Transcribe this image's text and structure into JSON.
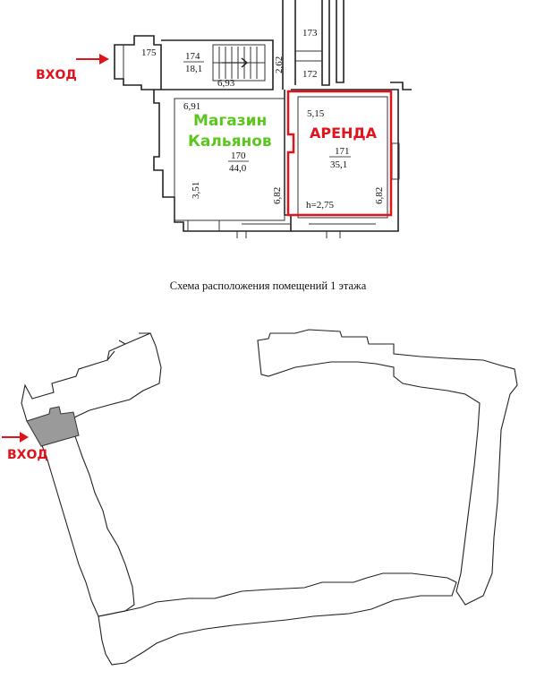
{
  "plan": {
    "entrance_label": "ВХОД",
    "shop_name_line1": "Магазин",
    "shop_name_line2": "Кальянов",
    "rent_label": "АРЕНДА",
    "rooms": [
      {
        "number": "175"
      },
      {
        "number": "174",
        "area": "18,1"
      },
      {
        "number": "173"
      },
      {
        "number": "172"
      },
      {
        "number": "170",
        "area": "44,0"
      },
      {
        "number": "171",
        "area": "35,1"
      }
    ],
    "dimensions": {
      "d693": "6,93",
      "d262": "2,62",
      "d691": "6,91",
      "d515": "5,15",
      "d351": "3,51",
      "d682a": "6,82",
      "d682b": "6,82",
      "height": "h=2,75"
    }
  },
  "caption": "Схема расположения помещений 1 этажа",
  "site": {
    "entrance_label": "ВХОД"
  },
  "colors": {
    "accent_red": "#e0141c",
    "accent_green": "#5bc71e",
    "highlight_gray": "#9a9a9a"
  }
}
